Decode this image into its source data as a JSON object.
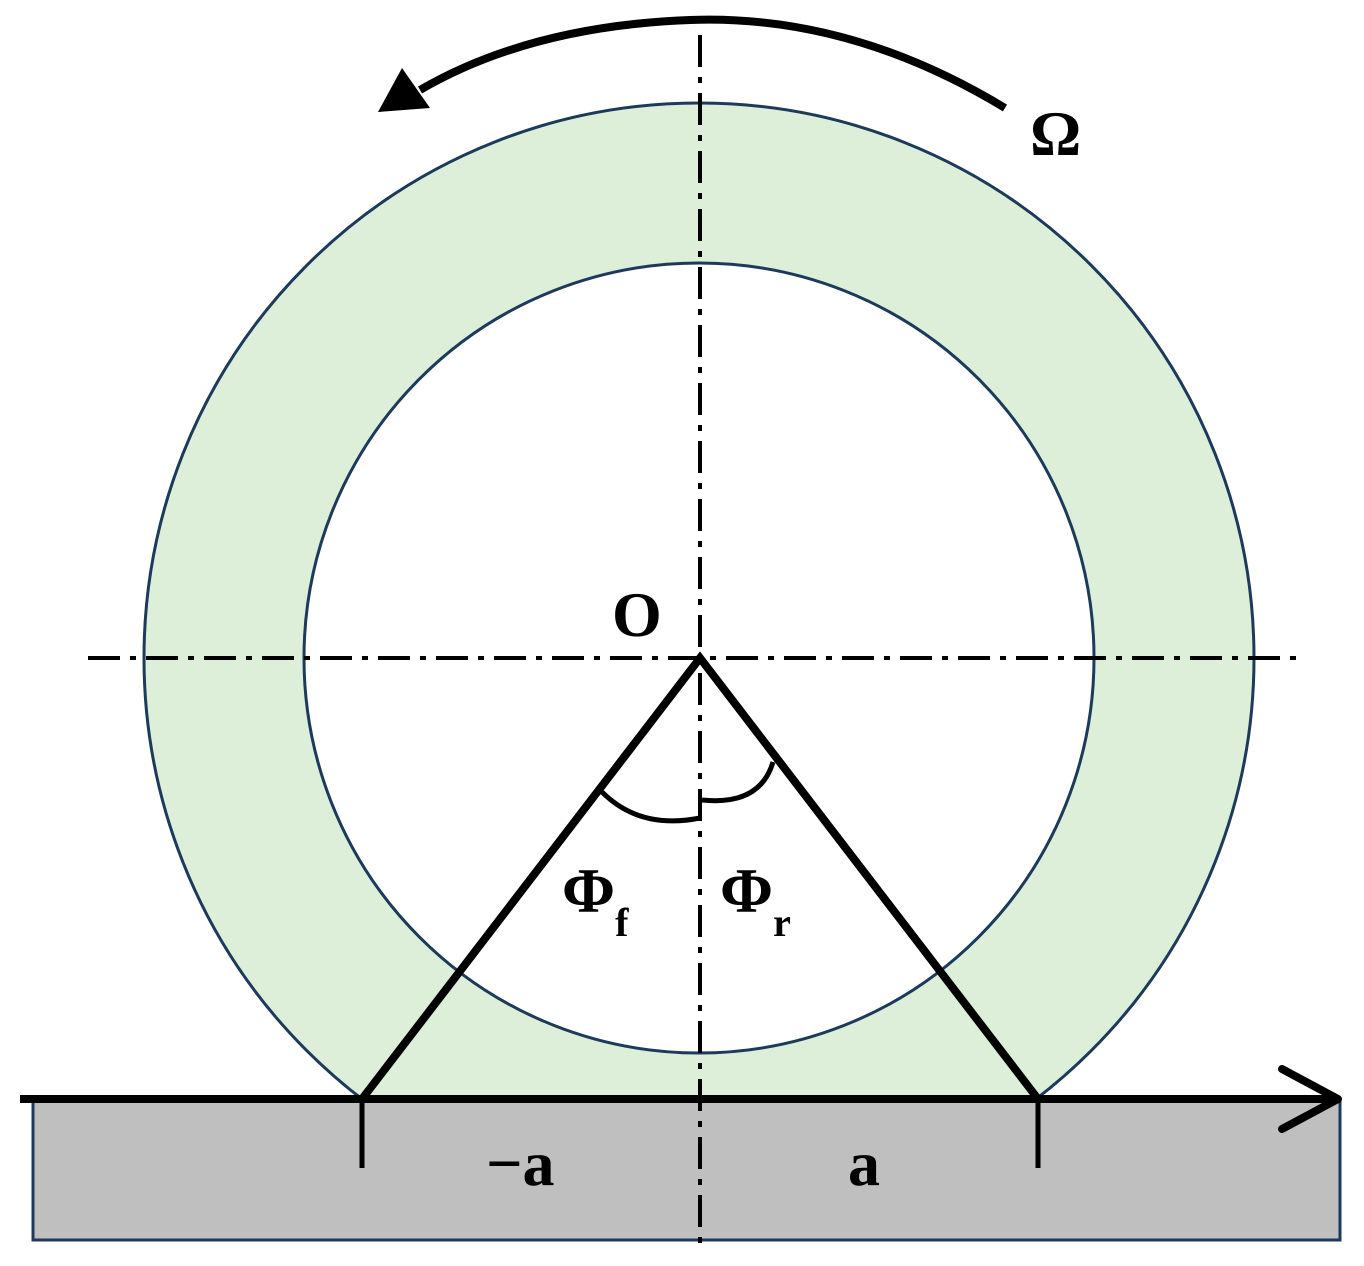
{
  "labels": {
    "omega": "Ω",
    "origin": "O",
    "phi_f_symbol": "Φ",
    "phi_f_sub": "f",
    "phi_r_symbol": "Φ",
    "phi_r_sub": "r",
    "minus_a": "−a",
    "plus_a": "a"
  },
  "colors": {
    "tire_fill": "#ddefd9",
    "tire_stroke": "#1c3a5c",
    "ground_fill": "#bfbfbf",
    "ground_stroke": "#1c3a5c",
    "line": "#000000"
  }
}
